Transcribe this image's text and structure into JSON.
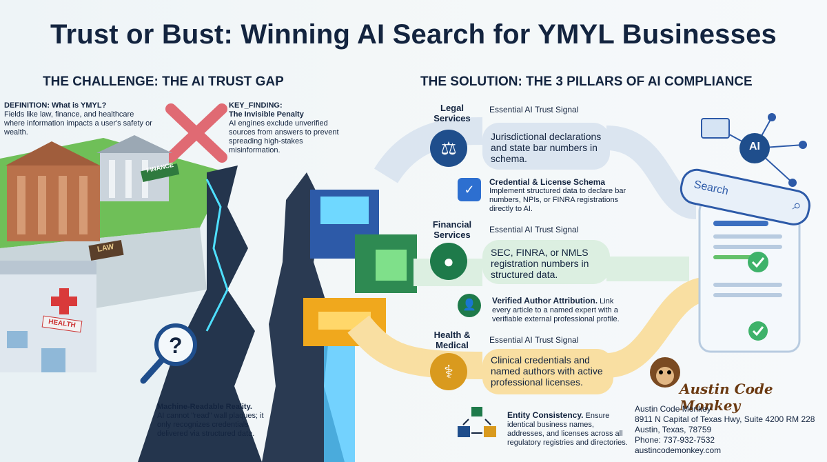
{
  "title": "Trust or Bust: Winning AI Search for YMYL Businesses",
  "left": {
    "heading": "THE CHALLENGE: THE AI TRUST GAP",
    "definition": {
      "title": "DEFINITION: What is YMYL?",
      "body": "Fields like law, finance, and healthcare where information impacts a user's safety or wealth."
    },
    "key_finding": {
      "title1": "KEY_FINDING:",
      "title2": "The Invisible Penalty",
      "body": "AI engines exclude unverified sources from answers to prevent spreading high-stakes misinformation."
    },
    "machine": {
      "title": "Machine-Readable Reality.",
      "body": "AI cannot \"read\" wall plaques; it only recognizes credentials delivered via structured data."
    },
    "building_labels": {
      "finance": "FINANCE",
      "law": "LAW",
      "health": "HEALTH"
    }
  },
  "right": {
    "heading": "THE SOLUTION: THE 3 PILLARS OF AI COMPLIANCE",
    "pillars": [
      {
        "label": "Legal Services",
        "signal": "Essential AI Trust Signal",
        "text": "Jurisdictional declarations and state bar numbers in schema.",
        "color": "#dbe5f0"
      },
      {
        "label": "Financial Services",
        "signal": "Essential AI Trust Signal",
        "text": "SEC, FINRA, or NMLS registration numbers in structured data.",
        "color": "#dcefe1"
      },
      {
        "label": "Health & Medical",
        "signal": "Essential AI Trust Signal",
        "text": "Clinical credentials and named authors with active professional licenses.",
        "color": "#f9dfa2"
      }
    ],
    "features": [
      {
        "title": "Credential & License Schema",
        "body": "Implement structured data to declare bar numbers, NPIs, or FINRA registrations directly to AI."
      },
      {
        "title": "Verified Author Attribution.",
        "body": "Link every article to a named expert with a verifiable external professional profile."
      },
      {
        "title": "Entity Consistency.",
        "body": "Ensure identical business names, addresses, and licenses across all regulatory registries and directories."
      }
    ],
    "search_placeholder": "Search",
    "ai_badge": "AI"
  },
  "brand": {
    "logo_text": "Austin Code Monkey",
    "name": "Austin Code Monkey",
    "address1": "8911 N Capital of Texas Hwy, Suite 4200 RM 228",
    "address2": "Austin, Texas, 78759",
    "phone": "Phone: 737-932-7532",
    "website": "austincodemonkey.com"
  },
  "colors": {
    "navy": "#13243f",
    "legal_blue": "#1f4e8c",
    "finance_green": "#1e7a4a",
    "health_gold": "#d99a1e",
    "red_x": "#e06a73"
  }
}
